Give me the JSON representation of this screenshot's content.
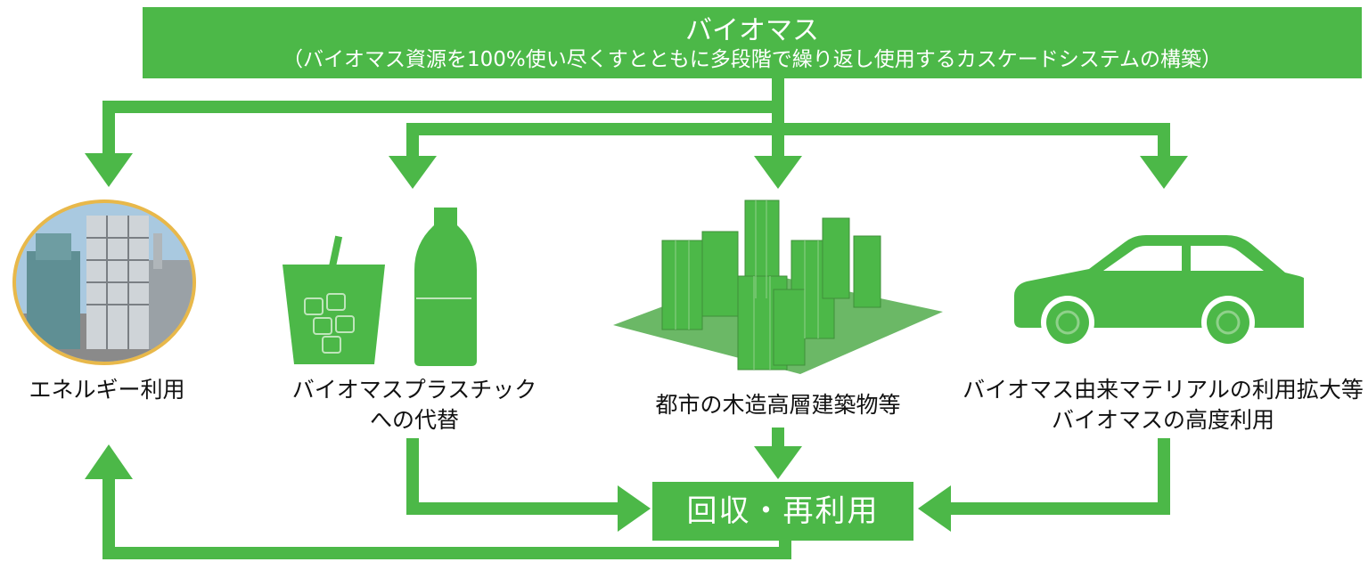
{
  "banner": {
    "title": "バイオマス",
    "subtitle": "（バイオマス資源を100%使い尽くすとともに多段階で繰り返し使用するカスケードシステムの構築）"
  },
  "uses": [
    {
      "label": "エネルギー利用",
      "icon": "power-plant-icon"
    },
    {
      "label_line1": "バイオマスプラスチック",
      "label_line2": "への代替",
      "icon": "plastic-cup-bottle-icon"
    },
    {
      "label": "都市の木造高層建築物等",
      "icon": "city-buildings-icon"
    },
    {
      "label_line1": "バイオマス由来マテリアルの利用拡大等",
      "label_line2": "バイオマスの高度利用",
      "icon": "car-icon"
    }
  ],
  "recycle": {
    "label": "回収・再利用"
  },
  "colors": {
    "green": "#4cb848",
    "dark_green": "#3f8f3a",
    "ring": "#e8b84a"
  }
}
